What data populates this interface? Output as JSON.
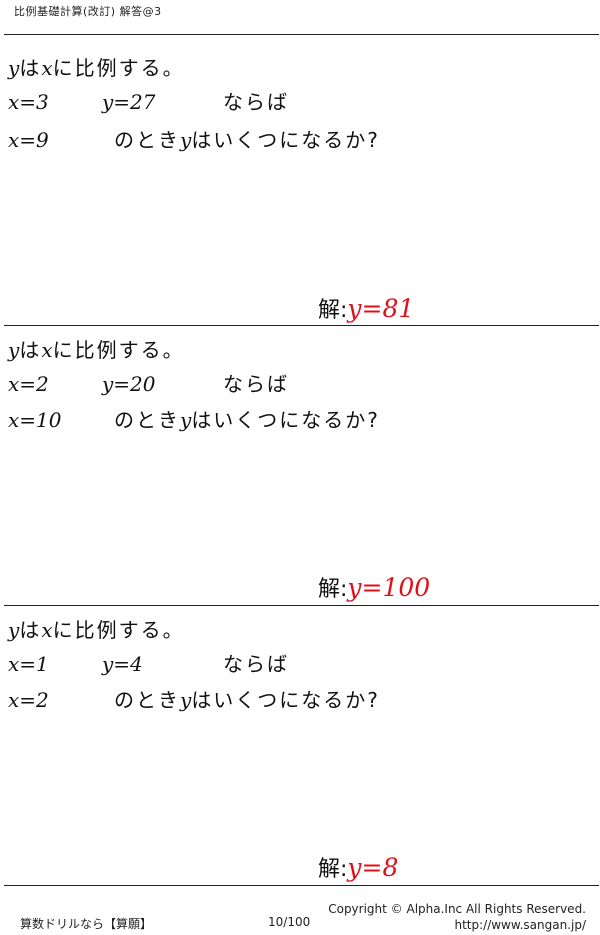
{
  "header": {
    "title": "比例基礎計算(改訂) 解答@3"
  },
  "problems": [
    {
      "intro_var": "y",
      "intro_mid": "は",
      "intro_var2": "x",
      "intro_tail": "に比例する。",
      "given_x": "x=3",
      "given_y": "y=27",
      "given_tail": "ならば",
      "ask_x": "x=9",
      "ask_mid": "のとき",
      "ask_var": "y",
      "ask_tail": "はいくつになるか?",
      "answer_label": "解:",
      "answer_value": "y=81"
    },
    {
      "intro_var": "y",
      "intro_mid": "は",
      "intro_var2": "x",
      "intro_tail": "に比例する。",
      "given_x": "x=2",
      "given_y": "y=20",
      "given_tail": "ならば",
      "ask_x": "x=10",
      "ask_mid": "のとき",
      "ask_var": "y",
      "ask_tail": "はいくつになるか?",
      "answer_label": "解:",
      "answer_value": "y=100"
    },
    {
      "intro_var": "y",
      "intro_mid": "は",
      "intro_var2": "x",
      "intro_tail": "に比例する。",
      "given_x": "x=1",
      "given_y": "y=4",
      "given_tail": "ならば",
      "ask_x": "x=2",
      "ask_mid": "のとき",
      "ask_var": "y",
      "ask_tail": "はいくつになるか?",
      "answer_label": "解:",
      "answer_value": "y=8"
    }
  ],
  "footer": {
    "left": "算数ドリルなら【算願】",
    "page": "10/100",
    "copyright": "Copyright © Alpha.Inc All Rights Reserved.",
    "url": "http://www.sangan.jp/"
  },
  "colors": {
    "answer": "#e0101a",
    "text": "#111111",
    "rule": "#222222"
  }
}
